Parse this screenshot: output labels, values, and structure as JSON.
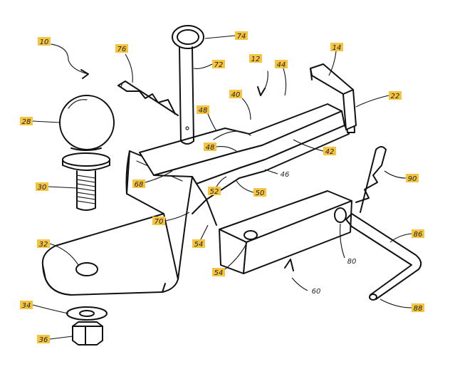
{
  "labels": {
    "l10": "10",
    "l12": "12",
    "l14": "14",
    "l22": "22",
    "l28": "28",
    "l30": "30",
    "l32": "32",
    "l34": "34",
    "l36": "36",
    "l40": "40",
    "l42": "42",
    "l44": "44",
    "l46": "46",
    "l48a": "48",
    "l48b": "48",
    "l50": "50",
    "l52": "52",
    "l54a": "54",
    "l54b": "54",
    "l60": "60",
    "l68": "68",
    "l70": "70",
    "l72": "72",
    "l74": "74",
    "l76": "76",
    "l80": "80",
    "l86": "86",
    "l88": "88",
    "l90": "90"
  },
  "colors": {
    "tag_fill": "#f5c542",
    "line": "#111111"
  }
}
